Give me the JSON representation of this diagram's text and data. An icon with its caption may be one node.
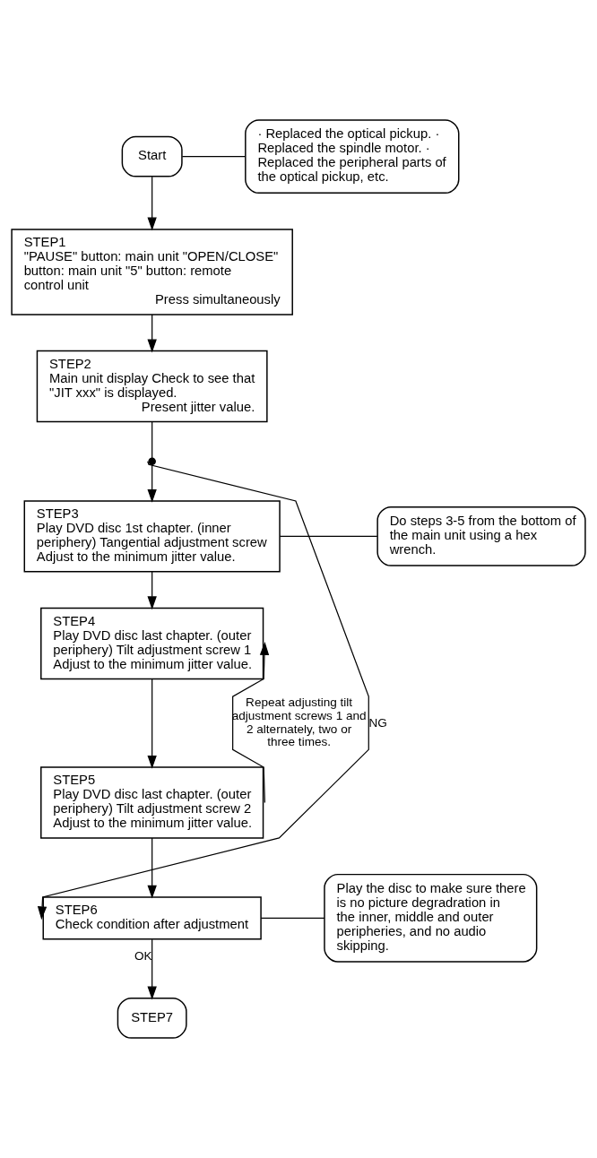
{
  "diagram": {
    "nodes": [
      {
        "text": [
          "Start"
        ]
      },
      {
        "text": [
          "· Replaced the optical pickup. · Replaced the spindle motor. · Replaced the peripheral parts of the optical pickup, etc."
        ]
      },
      {
        "text": [
          "STEP1",
          "\"PAUSE\" button: main unit \"OPEN/CLOSE\" button: main unit \"5\" button: remote control unit",
          "Press simultaneously"
        ]
      },
      {
        "text": [
          "STEP2",
          "Main unit display Check to see that \"JIT xxx\" is displayed.",
          "Present jitter value."
        ]
      },
      {
        "text": [],
        "shape": "circle"
      },
      {
        "text": [
          "STEP3",
          "Play DVD disc 1st chapter. (inner periphery) Tangential adjustment screw Adjust to the minimum jitter value."
        ]
      },
      {
        "text": [
          "Do steps 3-5 from the bottom of the main unit using a hex wrench."
        ]
      },
      {
        "text": [
          "STEP4",
          "Play DVD disc last chapter. (outer periphery) Tilt adjustment screw 1 Adjust to the minimum jitter value."
        ]
      },
      {
        "text": [
          "STEP5",
          "Play DVD disc last chapter. (outer periphery) Tilt adjustment screw 2 Adjust to the minimum jitter value."
        ]
      },
      {
        "text": [
          "STEP6",
          "Check condition after adjustment"
        ]
      },
      {
        "text": [
          "Play the disc to make sure there is no picture degradration in the inner, middle and outer peripheries, and no audio skipping."
        ]
      },
      {
        "text": [
          "STEP7"
        ]
      }
    ],
    "edges": [
      {
        "from": 0,
        "to": 2,
        "arrow": "to"
      },
      {
        "from": 1,
        "to": 0,
        "arrow": "none"
      },
      {
        "from": 2,
        "to": 3,
        "arrow": "to"
      },
      {
        "from": 3,
        "to": 4,
        "arrow": "none"
      },
      {
        "from": 4,
        "to": 5,
        "arrow": "to"
      },
      {
        "from": 6,
        "to": 5,
        "arrow": "none"
      },
      {
        "from": 5,
        "to": 7,
        "arrow": "to"
      },
      {
        "from": 7,
        "to": 8,
        "arrow": "to"
      },
      {
        "from": 8,
        "to": 7,
        "arrow": "to",
        "label": "Repeat adjusting tilt adjustment screws 1 and 2 alternately, two or three times."
      },
      {
        "from": 8,
        "to": 9,
        "arrow": "to"
      },
      {
        "from": 4,
        "to": 9,
        "arrow": "to",
        "label": "NG"
      },
      {
        "from": 10,
        "to": 9,
        "arrow": "none"
      },
      {
        "from": 9,
        "to": 11,
        "arrow": "to",
        "label": "OK"
      }
    ]
  }
}
